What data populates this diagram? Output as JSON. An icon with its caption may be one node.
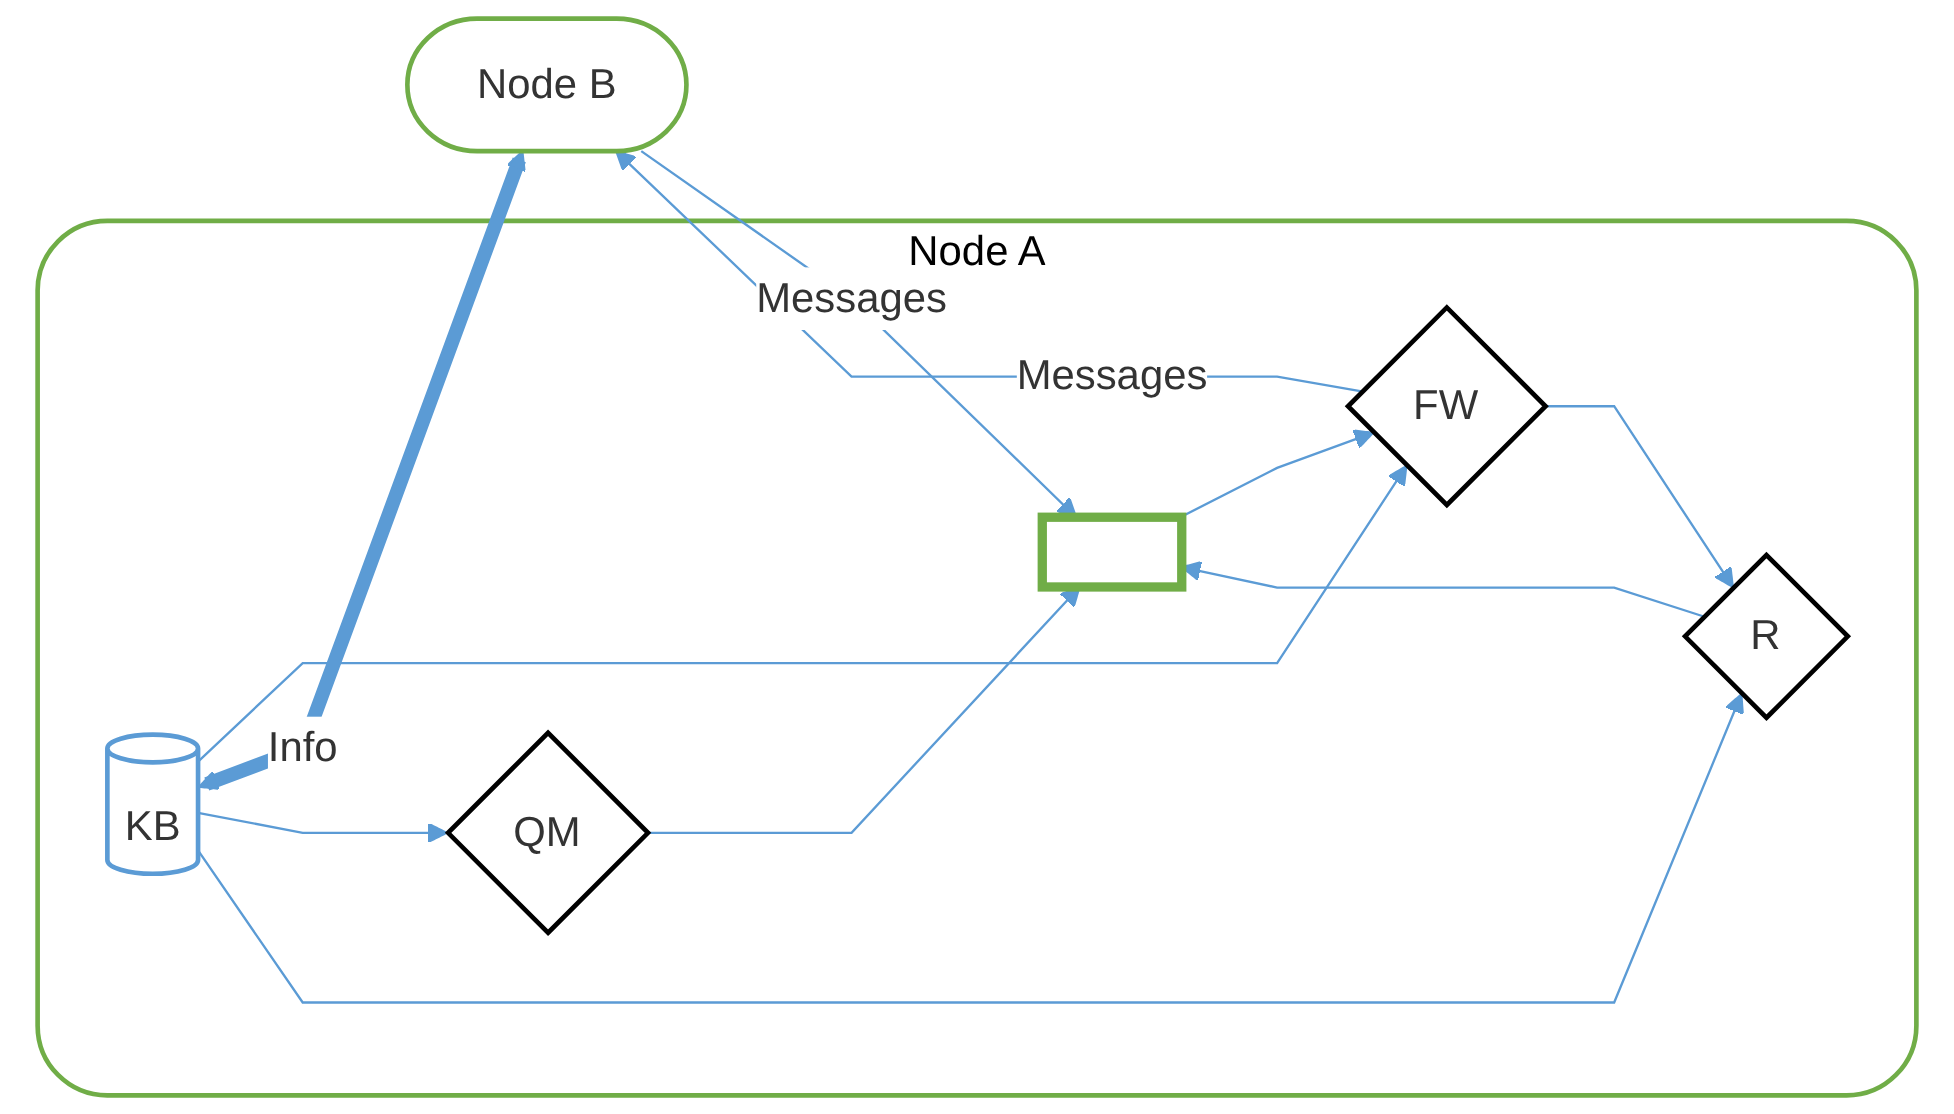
{
  "diagram": {
    "nodes": [
      {
        "text": [
          "Node B"
        ]
      },
      {
        "text": [
          "Node A"
        ]
      },
      {
        "text": [
          "FW"
        ],
        "in": 1
      },
      {
        "text": [
          "KB"
        ],
        "in": 1
      },
      {
        "text": [
          "R"
        ],
        "in": 1
      },
      {
        "text": [
          "QM"
        ],
        "in": 1
      },
      {
        "text": [],
        "shape": "box",
        "in": 1
      }
    ],
    "edges": [
      {
        "from": 2,
        "to": 0,
        "arrow": "to",
        "label": "Messages"
      },
      {
        "from": 2,
        "to": 4,
        "arrow": "to"
      },
      {
        "from": 3,
        "to": 2,
        "arrow": "to"
      },
      {
        "from": 3,
        "to": 0,
        "arrow": "both",
        "label": "Info",
        "style": "thick"
      },
      {
        "from": 3,
        "to": 5,
        "arrow": "to"
      },
      {
        "from": 3,
        "to": 4,
        "arrow": "to"
      },
      {
        "from": 5,
        "to": 6,
        "arrow": "to"
      },
      {
        "from": 0,
        "to": 6,
        "arrow": "to",
        "label": "Messages"
      },
      {
        "from": 6,
        "to": 2,
        "arrow": "to"
      },
      {
        "from": 4,
        "to": 6,
        "arrow": "to"
      }
    ]
  }
}
